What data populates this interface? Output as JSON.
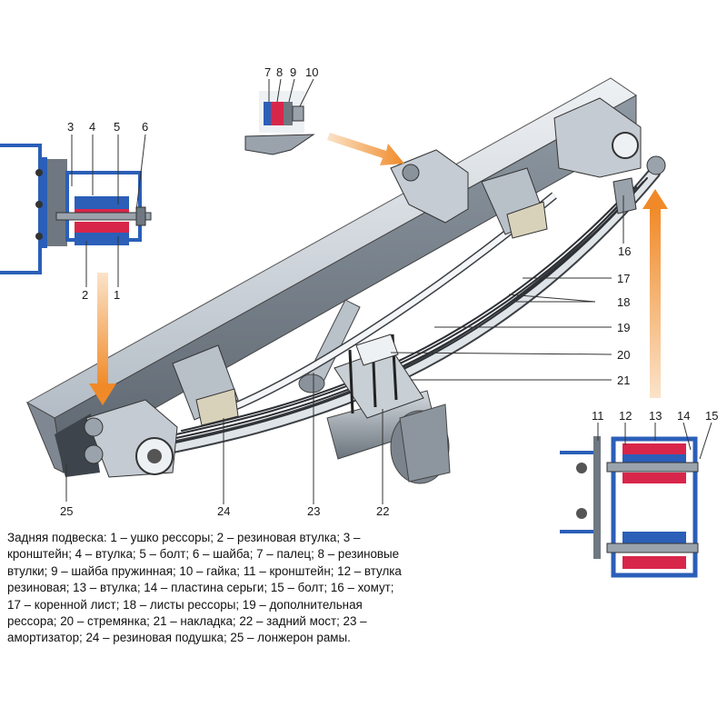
{
  "callout_numbers": [
    "1",
    "2",
    "3",
    "4",
    "5",
    "6",
    "7",
    "8",
    "9",
    "10",
    "11",
    "12",
    "13",
    "14",
    "15",
    "16",
    "17",
    "18",
    "19",
    "20",
    "21",
    "22",
    "23",
    "24",
    "25"
  ],
  "caption_lines": [
    "Задняя подвеска: 1 – ушко рессоры; 2 – резиновая втулка; 3 –",
    "кронштейн; 4 – втулка; 5 – болт; 6 – шайба; 7 – палец; 8 – резиновые",
    "втулки; 9 – шайба пружинная; 10 – гайка; 11 – кронштейн; 12 – втулка",
    "резиновая; 13 – втулка; 14 – пластина серьги; 15 – болт; 16 – хомут;",
    "17 – коренной лист; 18 – листы рессоры; 19 – дополнительная",
    "рессора; 20 – стремянка; 21 – накладка; 22 – задний мост; 23 –",
    "амортизатор; 24 – резиновая подушка; 25 – лонжерон рамы."
  ],
  "colors": {
    "frame": "#a9b2bc",
    "frame_dark": "#6d7680",
    "steel_light": "#e3e7eb",
    "bracket_blue": "#2b5fb8",
    "rubber_red": "#d8264a",
    "arrow_orange": "#f08a28",
    "leader": "#333333"
  }
}
